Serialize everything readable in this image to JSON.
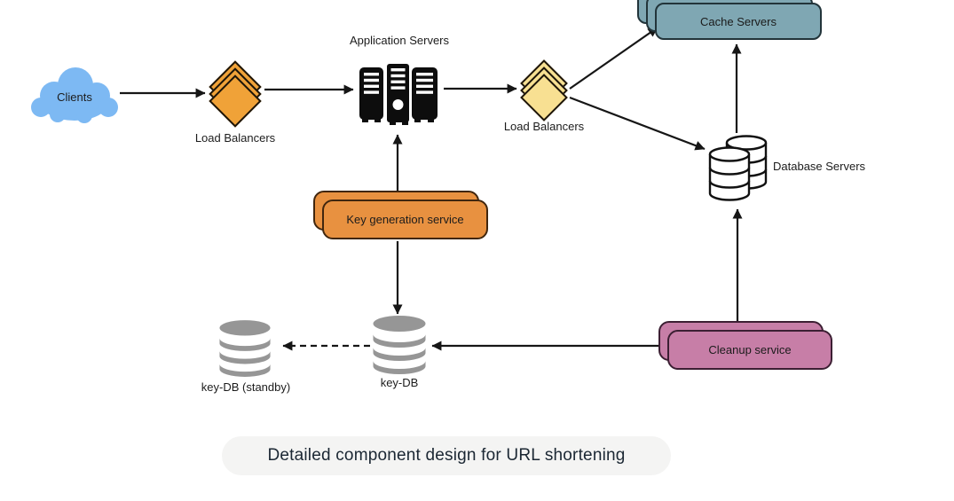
{
  "diagram": {
    "caption": "Detailed component design for URL shortening",
    "nodes": {
      "clients": {
        "label": "Clients",
        "shape": "cloud"
      },
      "load_balancer_1": {
        "label": "Load Balancers",
        "shape": "stacked-diamonds"
      },
      "application_servers": {
        "label": "Application Servers",
        "shape": "server-rack-icon"
      },
      "load_balancer_2": {
        "label": "Load Balancers",
        "shape": "stacked-diamonds"
      },
      "cache_servers": {
        "label": "Cache Servers",
        "shape": "stacked-rounded-boxes"
      },
      "database_servers": {
        "label": "Database Servers",
        "shape": "outlined-cylinder-pair"
      },
      "key_generation_service": {
        "label": "Key generation service",
        "shape": "stacked-rounded-boxes"
      },
      "key_db": {
        "label": "key-DB",
        "shape": "gray-cylinder"
      },
      "key_db_standby": {
        "label": "key-DB (standby)",
        "shape": "gray-cylinder"
      },
      "cleanup_service": {
        "label": "Cleanup service",
        "shape": "stacked-rounded-boxes"
      }
    },
    "edges": [
      {
        "from": "clients",
        "to": "load_balancer_1",
        "style": "solid"
      },
      {
        "from": "load_balancer_1",
        "to": "application_servers",
        "style": "solid"
      },
      {
        "from": "application_servers",
        "to": "load_balancer_2",
        "style": "solid"
      },
      {
        "from": "load_balancer_2",
        "to": "cache_servers",
        "style": "solid"
      },
      {
        "from": "load_balancer_2",
        "to": "database_servers",
        "style": "solid"
      },
      {
        "from": "database_servers",
        "to": "cache_servers",
        "style": "solid"
      },
      {
        "from": "key_generation_service",
        "to": "application_servers",
        "style": "solid"
      },
      {
        "from": "key_generation_service",
        "to": "key_db",
        "style": "solid"
      },
      {
        "from": "cleanup_service",
        "to": "key_db",
        "style": "solid"
      },
      {
        "from": "key_db",
        "to": "key_db_standby",
        "style": "dashed"
      },
      {
        "from": "cleanup_service",
        "to": "database_servers",
        "style": "solid"
      }
    ],
    "colors": {
      "clients_cloud": "#7DB9F3",
      "load_balancer_1": "#F0A238",
      "load_balancer_2": "#F8E092",
      "cache_servers": "#7FA7B3",
      "key_generation_service": "#E89140",
      "cleanup_service": "#C77EA7",
      "key_db": "#969696",
      "database_servers": "#FFFFFF",
      "arrow": "#161616",
      "caption_bg": "#F4F4F3",
      "caption_text": "#1B2733"
    }
  }
}
